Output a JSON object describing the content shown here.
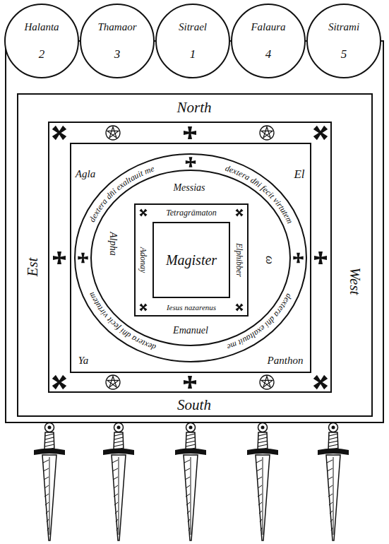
{
  "diagram": {
    "nodes": [
      {
        "text": [
          "Halanta",
          "2"
        ]
      },
      {
        "text": [
          "Thamaor",
          "3"
        ]
      },
      {
        "text": [
          "Sitrael",
          "1"
        ]
      },
      {
        "text": [
          "Falaura",
          "4"
        ]
      },
      {
        "text": [
          "Sitrami",
          "5"
        ]
      },
      {
        "text": [
          "North",
          "Est",
          "West",
          "South"
        ]
      },
      {
        "text": [
          "Agla",
          "El",
          "Ya",
          "Panthon"
        ],
        "in": 5
      },
      {
        "text": [
          "dextera dn̄i exaltauit me",
          "dextera dn̄i fecit virtutem",
          "dextera dn̄i exaltauit me",
          "dextera dn̄i fecit virtutem",
          "Messias",
          "Alpha",
          "ω",
          "Emanuel"
        ],
        "in": 6
      },
      {
        "text": [
          "Tetragrāmaton",
          "Adonay",
          "Elphibber",
          "Iesus nazarenus"
        ],
        "in": 7
      },
      {
        "text": [
          "Magister"
        ],
        "in": 8
      }
    ]
  }
}
